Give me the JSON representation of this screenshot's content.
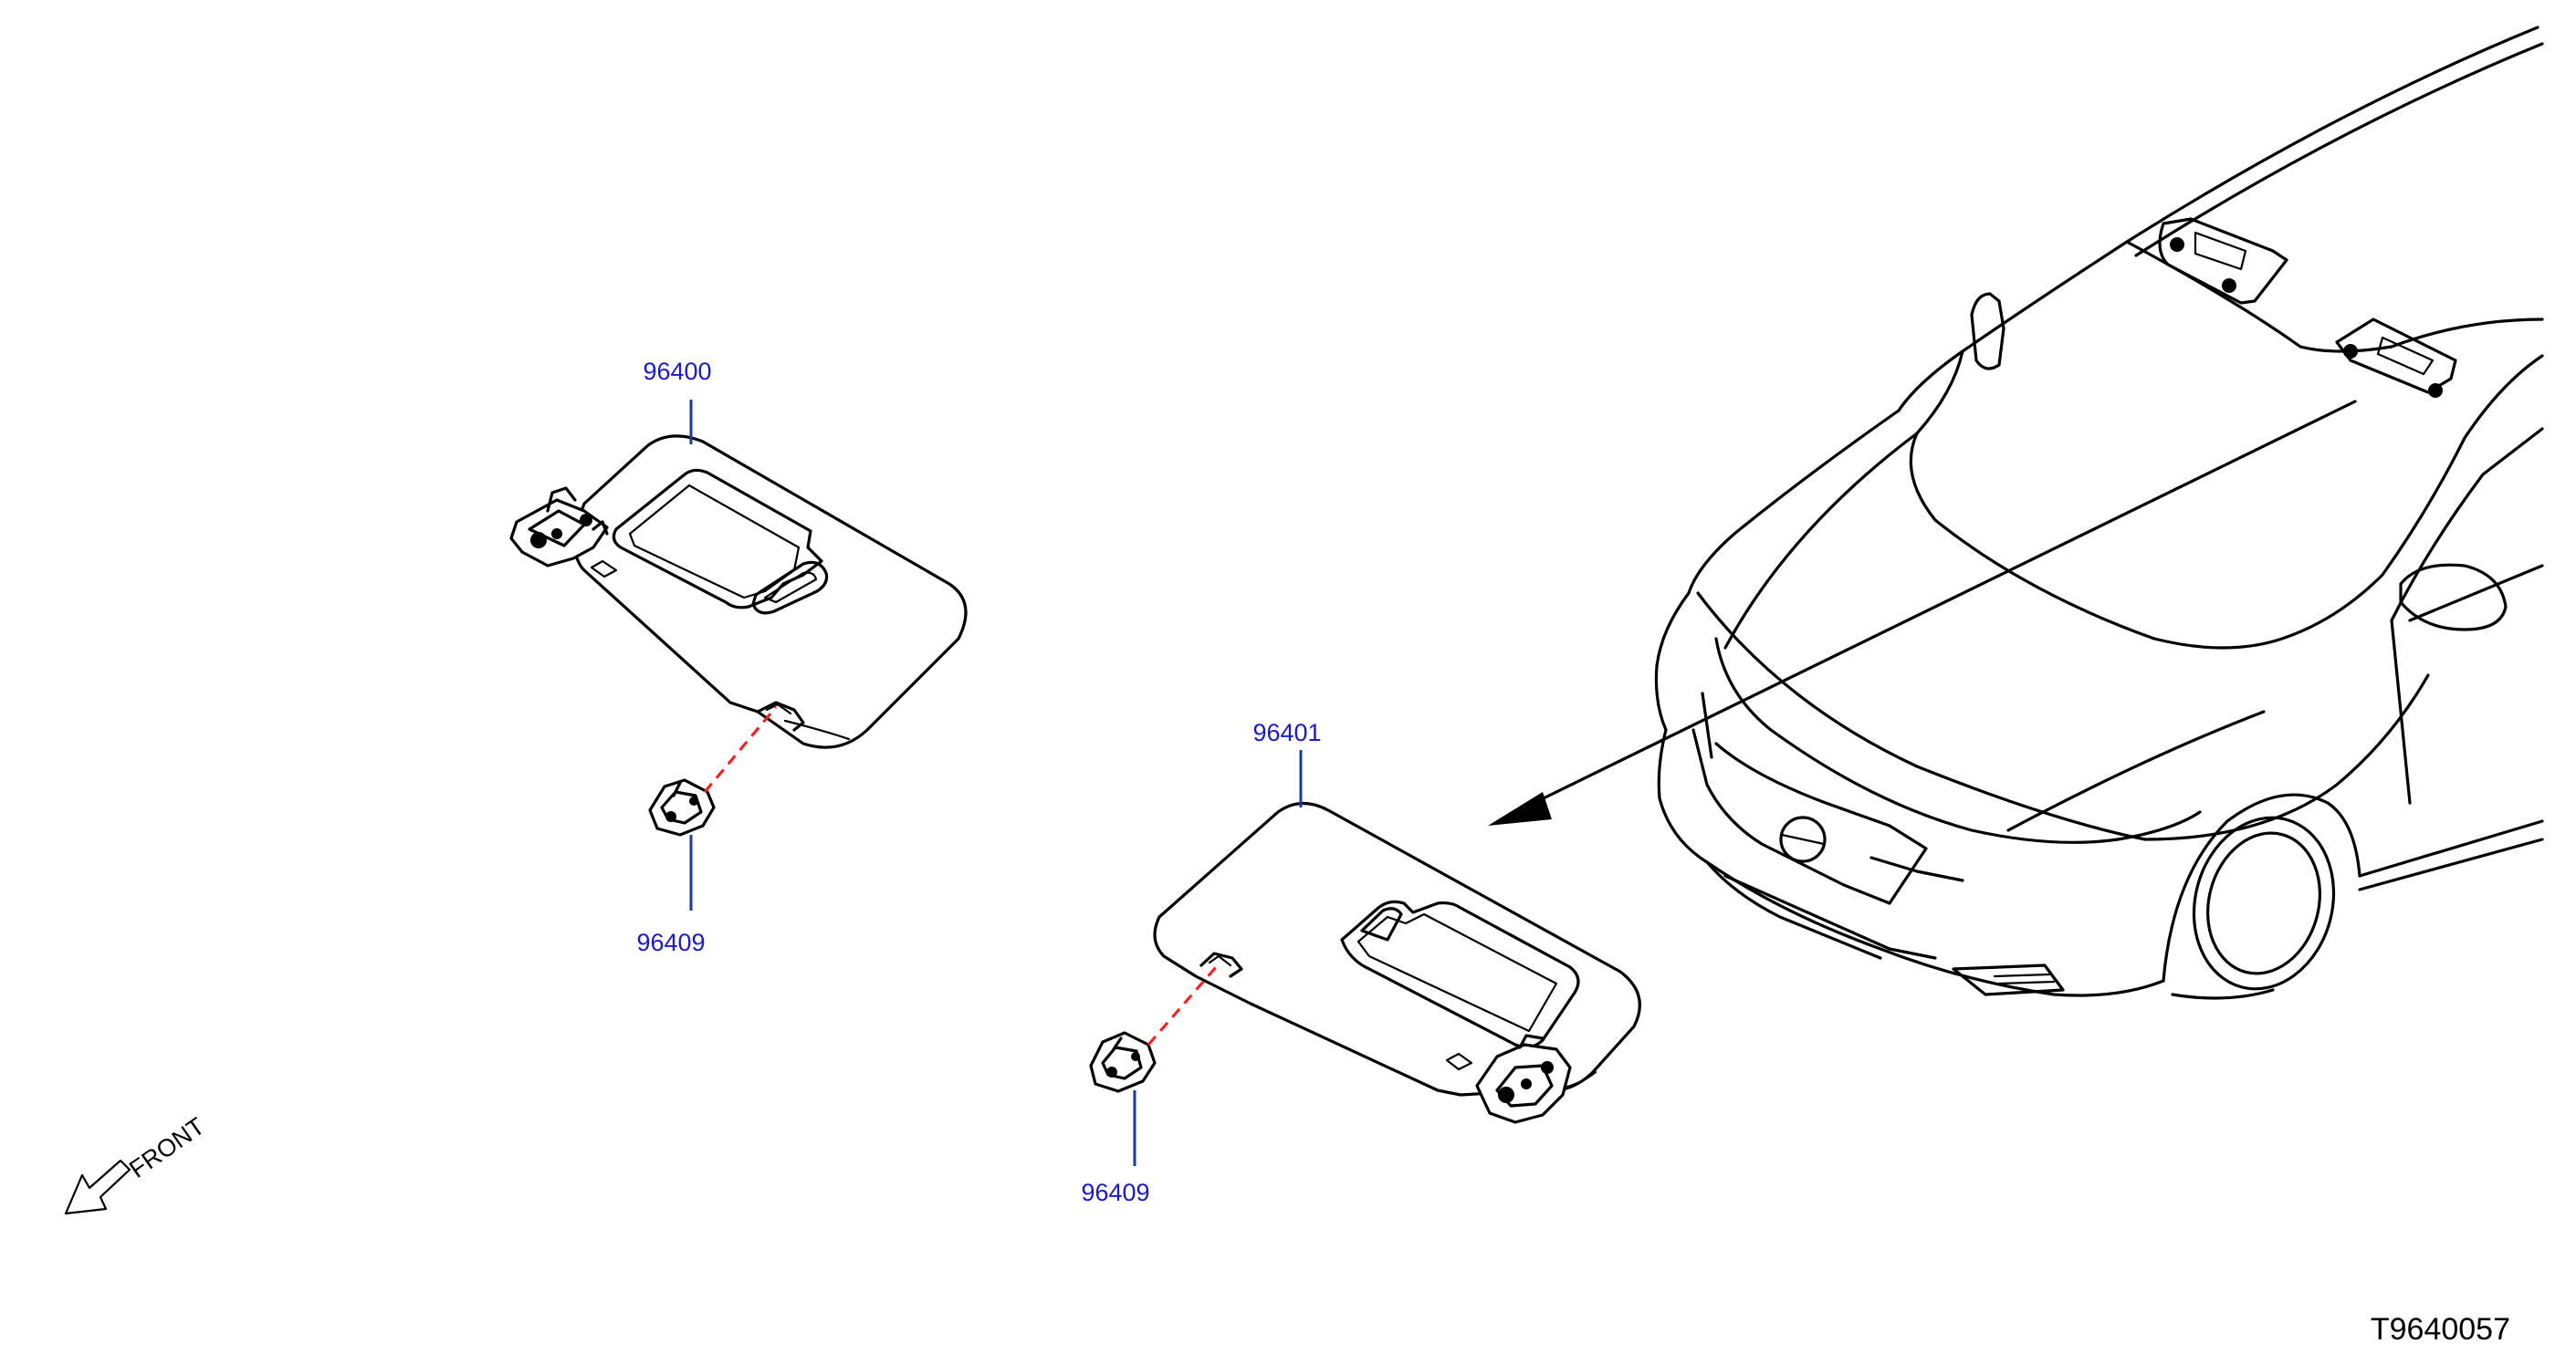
{
  "diagram": {
    "code": "T9640057",
    "front_label": "FRONT",
    "label_color": "#1a1acc",
    "leader_color": "#1a3d9a",
    "alignment_line_color": "#ff1a1a",
    "parts": {
      "visor_left": "96400",
      "clip_left": "96409",
      "visor_right": "96401",
      "clip_right": "96409"
    }
  }
}
